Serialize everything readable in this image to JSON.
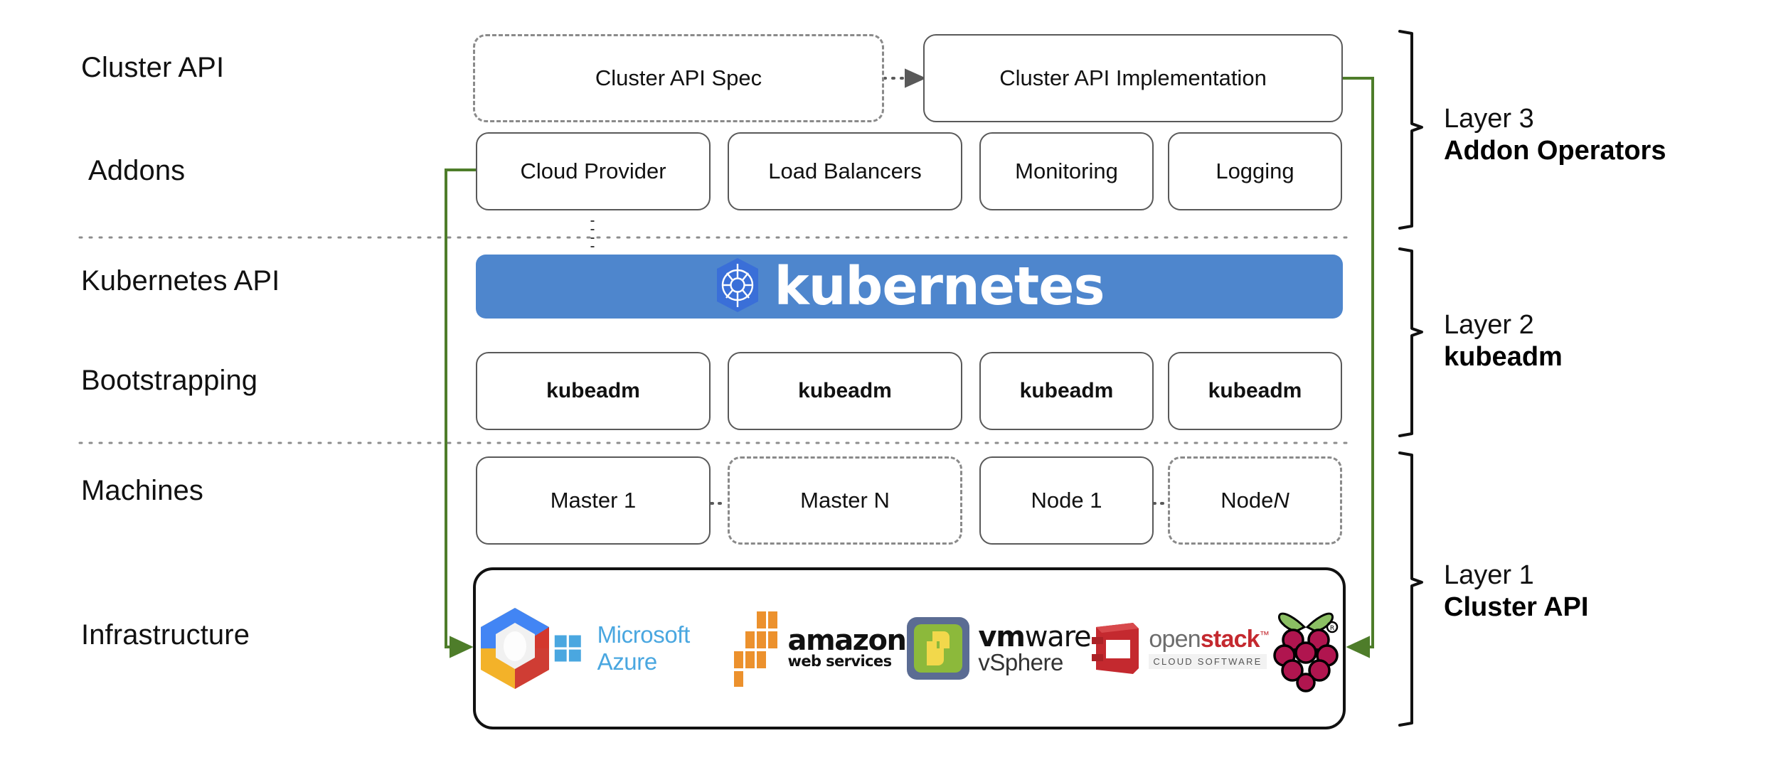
{
  "diagram": {
    "title": "Kubernetes Cluster API layered architecture",
    "accent_green": "#4e7d2a",
    "k8s_blue": "#4e86cd",
    "separator_color": "#8c8c8c"
  },
  "row_labels": [
    {
      "id": "cluster-api",
      "text": "Cluster API"
    },
    {
      "id": "addons",
      "text": "Addons"
    },
    {
      "id": "kubernetes-api",
      "text": "Kubernetes API"
    },
    {
      "id": "bootstrapping",
      "text": "Bootstrapping"
    },
    {
      "id": "machines",
      "text": "Machines"
    },
    {
      "id": "infrastructure",
      "text": "Infrastructure"
    }
  ],
  "cluster_api_row": {
    "spec": {
      "label": "Cluster API Spec",
      "border": "dashed"
    },
    "implementation": {
      "label": "Cluster API Implementation",
      "border": "solid"
    },
    "connector": "dotted-arrow-right"
  },
  "addons_row": [
    {
      "label": "Cloud Provider",
      "border": "solid"
    },
    {
      "label": "Load Balancers",
      "border": "solid"
    },
    {
      "label": "Monitoring",
      "border": "solid"
    },
    {
      "label": "Logging",
      "border": "solid"
    }
  ],
  "kubernetes_banner": {
    "label": "kubernetes",
    "icon": "kubernetes-helm-wheel-icon",
    "background": "#4e86cd",
    "text_color": "#ffffff"
  },
  "bootstrapping_row": [
    {
      "label": "kubeadm",
      "border": "solid"
    },
    {
      "label": "kubeadm",
      "border": "solid"
    },
    {
      "label": "kubeadm",
      "border": "solid"
    },
    {
      "label": "kubeadm",
      "border": "solid"
    }
  ],
  "machines_row": [
    {
      "label": "Master 1",
      "border": "solid"
    },
    {
      "label": "Master N",
      "border": "dashed"
    },
    {
      "label": "Node 1",
      "border": "solid"
    },
    {
      "label": "Node ",
      "label_italic": "N",
      "border": "dashed"
    }
  ],
  "infrastructure_providers": [
    {
      "name": "google-cloud-platform",
      "label": "Google Cloud Platform"
    },
    {
      "name": "microsoft-azure",
      "label": "Microsoft Azure"
    },
    {
      "name": "amazon-web-services",
      "label_top": "amazon",
      "label_bottom": "web services"
    },
    {
      "name": "vmware-vsphere",
      "label_top": "vm",
      "label_top2": "ware",
      "label_bottom": "vSphere"
    },
    {
      "name": "openstack",
      "label_top": "open",
      "label_top2": "stack",
      "label_bottom": "CLOUD SOFTWARE"
    },
    {
      "name": "raspberry-pi",
      "label": "Raspberry Pi"
    }
  ],
  "layer_brackets": [
    {
      "id": "layer-3",
      "line1": "Layer 3",
      "line2": "Addon Operators"
    },
    {
      "id": "layer-2",
      "line1": "Layer 2",
      "line2": "kubeadm"
    },
    {
      "id": "layer-1",
      "line1": "Layer 1",
      "line2": "Cluster API"
    }
  ]
}
